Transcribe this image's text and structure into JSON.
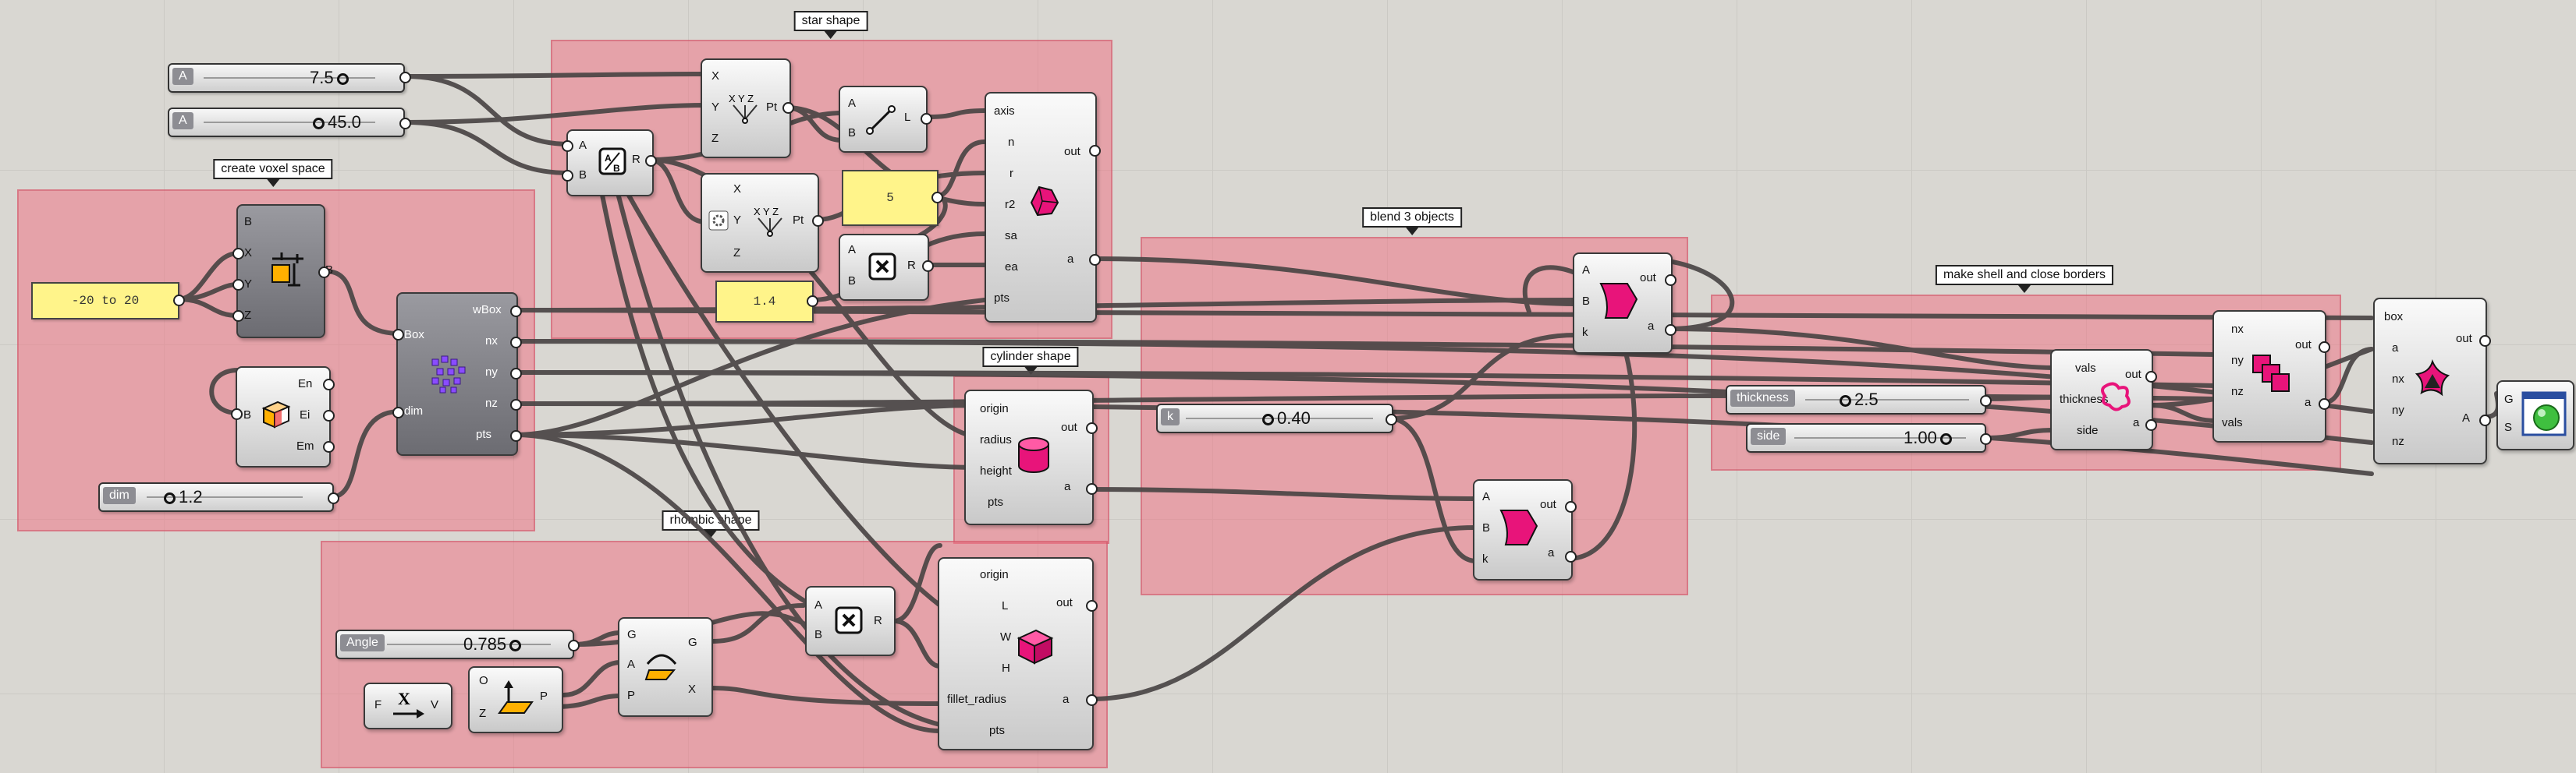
{
  "groups": {
    "star_shape": "star shape",
    "create_voxel_space": "create voxel space",
    "cylinder_shape": "cylinder shape",
    "rhombic_shape": "rhombic shape",
    "blend_3_objects": "blend 3 objects",
    "make_shell": "make shell and close borders"
  },
  "sliders": {
    "a1": {
      "label": "A",
      "value": "7.5"
    },
    "a2": {
      "label": "A",
      "value": "45.0"
    },
    "dim": {
      "label": "dim",
      "value": "1.2"
    },
    "k": {
      "label": "k",
      "value": "0.40"
    },
    "thickness": {
      "label": "thickness",
      "value": "2.5"
    },
    "side": {
      "label": "side",
      "value": "1.00"
    },
    "angle": {
      "label": "Angle",
      "value": "0.785"
    }
  },
  "panels": {
    "range": "-20 to 20",
    "five": "5",
    "ratio": "1.4"
  },
  "ports": {
    "div": {
      "in": [
        "A",
        "B"
      ],
      "out": [
        "R"
      ]
    },
    "pt1": {
      "in": [
        "X",
        "Y",
        "Z"
      ],
      "out": [
        "Pt"
      ]
    },
    "pt2": {
      "in": [
        "X",
        "Y",
        "Z"
      ],
      "out": [
        "Pt"
      ]
    },
    "line": {
      "in": [
        "A",
        "B"
      ],
      "out": [
        "L"
      ]
    },
    "mult1": {
      "in": [
        "A",
        "B"
      ],
      "out": [
        "R"
      ]
    },
    "star": {
      "in": [
        "axis",
        "n",
        "r",
        "r2",
        "sa",
        "ea",
        "pts"
      ],
      "out": [
        "out",
        "a"
      ]
    },
    "box": {
      "in": [
        "B",
        "X",
        "Y",
        "Z"
      ],
      "out": [
        "B"
      ]
    },
    "boxprops": {
      "in": [
        "B"
      ],
      "out": [
        "En",
        "Ei",
        "Em"
      ]
    },
    "voxel": {
      "in": [
        "Box",
        "dim"
      ],
      "out": [
        "wBox",
        "nx",
        "ny",
        "nz",
        "pts"
      ]
    },
    "cyl": {
      "in": [
        "origin",
        "radius",
        "height",
        "pts"
      ],
      "out": [
        "out",
        "a"
      ]
    },
    "rhombic": {
      "in": [
        "origin",
        "L",
        "W",
        "H",
        "fillet_radius",
        "pts"
      ],
      "out": [
        "out",
        "a"
      ]
    },
    "mult2": {
      "in": [
        "A",
        "B"
      ],
      "out": [
        "R"
      ]
    },
    "rot": {
      "in": [
        "G",
        "A",
        "P"
      ],
      "out": [
        "G",
        "X"
      ]
    },
    "plane": {
      "in": [
        "O",
        "Z"
      ],
      "out": [
        "P"
      ]
    },
    "vec": {
      "in": [
        "F"
      ],
      "out": [
        "V"
      ]
    },
    "blend1": {
      "in": [
        "A",
        "B",
        "k"
      ],
      "out": [
        "out",
        "a"
      ]
    },
    "blend2": {
      "in": [
        "A",
        "B",
        "k"
      ],
      "out": [
        "out",
        "a"
      ]
    },
    "shell": {
      "in": [
        "vals",
        "thickness",
        "side"
      ],
      "out": [
        "out",
        "a"
      ]
    },
    "close": {
      "in": [
        "nx",
        "ny",
        "nz",
        "vals"
      ],
      "out": [
        "out",
        "a"
      ]
    },
    "iso": {
      "in": [
        "box",
        "a",
        "nx",
        "ny",
        "nz"
      ],
      "out": [
        "out",
        "A"
      ]
    },
    "preview": {
      "in": [
        "G",
        "S"
      ]
    }
  },
  "icons": {
    "div": "division-icon",
    "pt": "construct-point-icon",
    "line": "line-icon",
    "mult": "multiplication-icon",
    "star": "star-prism-icon",
    "box": "box-2pt-icon",
    "boxprops": "box-properties-icon",
    "voxel": "voxel-grid-icon",
    "cyl": "cylinder-icon",
    "rhombic": "rhombic-box-icon",
    "rot": "rotate-icon",
    "plane": "xz-plane-icon",
    "vec": "unit-x-vector-icon",
    "blend": "blend-icon",
    "shell": "shell-icon",
    "close": "close-borders-icon",
    "iso": "isosurface-icon",
    "preview": "custom-preview-icon"
  },
  "colors": {
    "group_fill": "#ee7686",
    "canvas": "#d9d7d2",
    "panel": "#fff48a",
    "icon_magenta": "#e8147a"
  }
}
